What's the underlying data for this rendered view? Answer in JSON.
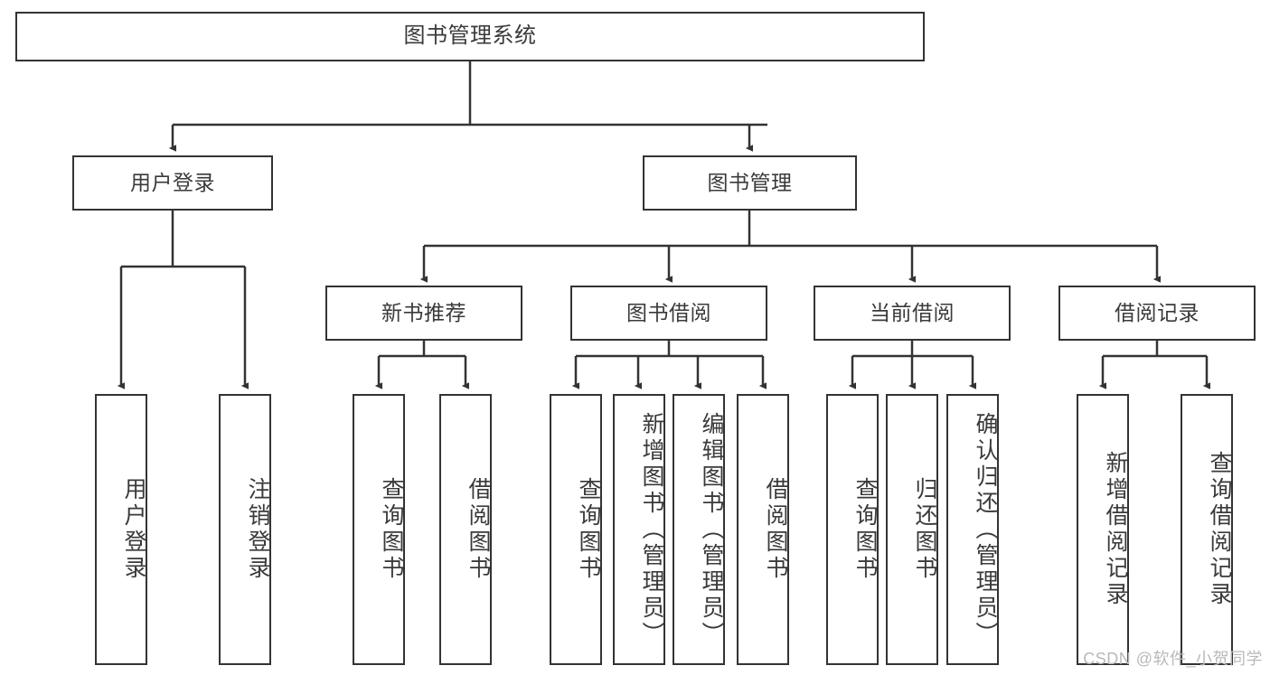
{
  "diagram": {
    "title": "图书管理系统",
    "type": "tree-hierarchy-chart",
    "watermark": "CSDN @软件_小贺同学",
    "colors": {
      "box_border": "#333333",
      "box_fill": "#ffffff",
      "text": "#3a3a3a",
      "connector": "#333333",
      "watermark": "#b9b9b9",
      "page_background": "#ffffff"
    },
    "root": {
      "label": "图书管理系统"
    },
    "level1": [
      {
        "label": "用户登录"
      },
      {
        "label": "图书管理"
      }
    ],
    "level2": [
      {
        "label": "新书推荐"
      },
      {
        "label": "图书借阅"
      },
      {
        "label": "当前借阅"
      },
      {
        "label": "借阅记录"
      }
    ],
    "leaves": {
      "user_login": [
        {
          "label": "用户登录"
        },
        {
          "label": "注销登录"
        }
      ],
      "new_book_recommend": [
        {
          "label": "查询图书"
        },
        {
          "label": "借阅图书"
        }
      ],
      "book_borrow": [
        {
          "label": "查询图书"
        },
        {
          "label": "新增图书（管理员）"
        },
        {
          "label": "编辑图书（管理员）"
        },
        {
          "label": "借阅图书"
        }
      ],
      "current_borrow": [
        {
          "label": "查询图书"
        },
        {
          "label": "归还图书"
        },
        {
          "label": "确认归还（管理员）"
        }
      ],
      "borrow_record": [
        {
          "label": "新增借阅记录"
        },
        {
          "label": "查询借阅记录"
        }
      ]
    }
  }
}
